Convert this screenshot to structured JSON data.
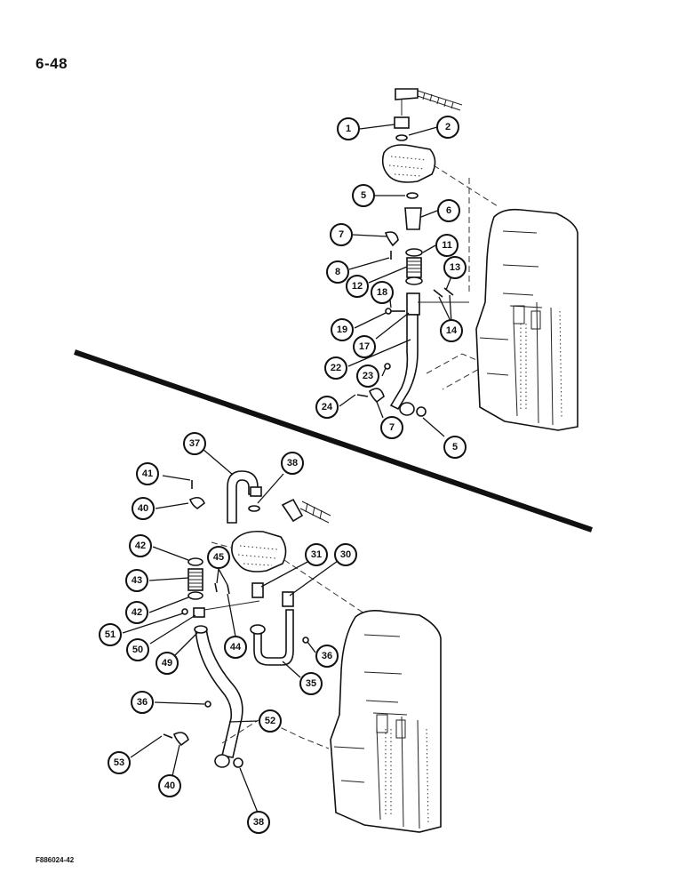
{
  "page": {
    "number": "6-48",
    "figure_code": "F886024-42"
  },
  "callouts": {
    "upper": [
      {
        "id": "u1",
        "label": "1"
      },
      {
        "id": "u2",
        "label": "2"
      },
      {
        "id": "u5a",
        "label": "5"
      },
      {
        "id": "u6",
        "label": "6"
      },
      {
        "id": "u7a",
        "label": "7"
      },
      {
        "id": "u11",
        "label": "11"
      },
      {
        "id": "u8",
        "label": "8"
      },
      {
        "id": "u13",
        "label": "13"
      },
      {
        "id": "u12",
        "label": "12"
      },
      {
        "id": "u18",
        "label": "18"
      },
      {
        "id": "u19",
        "label": "19"
      },
      {
        "id": "u14",
        "label": "14"
      },
      {
        "id": "u17",
        "label": "17"
      },
      {
        "id": "u22",
        "label": "22"
      },
      {
        "id": "u23",
        "label": "23"
      },
      {
        "id": "u24",
        "label": "24"
      },
      {
        "id": "u7b",
        "label": "7"
      },
      {
        "id": "u5b",
        "label": "5"
      }
    ],
    "lower": [
      {
        "id": "l37",
        "label": "37"
      },
      {
        "id": "l41",
        "label": "41"
      },
      {
        "id": "l38a",
        "label": "38"
      },
      {
        "id": "l40a",
        "label": "40"
      },
      {
        "id": "l42a",
        "label": "42"
      },
      {
        "id": "l45",
        "label": "45"
      },
      {
        "id": "l31",
        "label": "31"
      },
      {
        "id": "l30",
        "label": "30"
      },
      {
        "id": "l43",
        "label": "43"
      },
      {
        "id": "l42b",
        "label": "42"
      },
      {
        "id": "l51",
        "label": "51"
      },
      {
        "id": "l44",
        "label": "44"
      },
      {
        "id": "l50",
        "label": "50"
      },
      {
        "id": "l49",
        "label": "49"
      },
      {
        "id": "l36a",
        "label": "36"
      },
      {
        "id": "l35",
        "label": "35"
      },
      {
        "id": "l36b",
        "label": "36"
      },
      {
        "id": "l52",
        "label": "52"
      },
      {
        "id": "l53",
        "label": "53"
      },
      {
        "id": "l40b",
        "label": "40"
      },
      {
        "id": "l38b",
        "label": "38"
      }
    ]
  }
}
